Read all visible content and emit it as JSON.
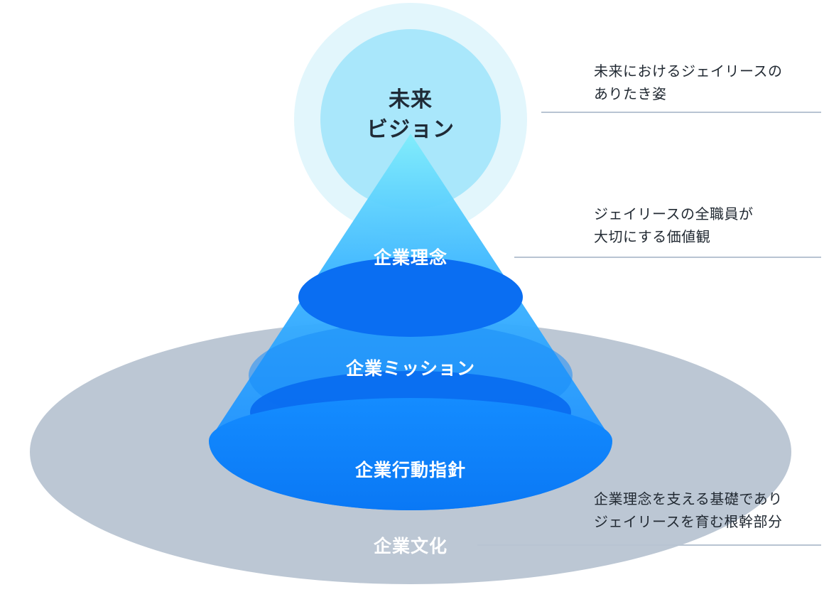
{
  "levels": {
    "vision": {
      "line1": "未来",
      "line2": "ビジョン"
    },
    "philosophy": "企業理念",
    "mission": "企業ミッション",
    "guideline": "企業行動指針",
    "culture": "企業文化"
  },
  "descriptions": {
    "vision": {
      "line1": "未来におけるジェイリースの",
      "line2": "ありたき姿"
    },
    "philosophy": {
      "line1": "ジェイリースの全職員が",
      "line2": "大切にする価値観"
    },
    "culture": {
      "line1": "企業理念を支える基礎であり",
      "line2": "ジェイリースを育む根幹部分"
    }
  },
  "colors": {
    "culture_ellipse": "#bcc7d4",
    "vision_outer": "#e4f6fc",
    "vision_inner": "#ace8fb",
    "cone_top": "#7de8fb",
    "cone_bottom": "#1a8cff",
    "layer_ellipse": "#0a6cf0",
    "rule": "#b8c4d2"
  }
}
